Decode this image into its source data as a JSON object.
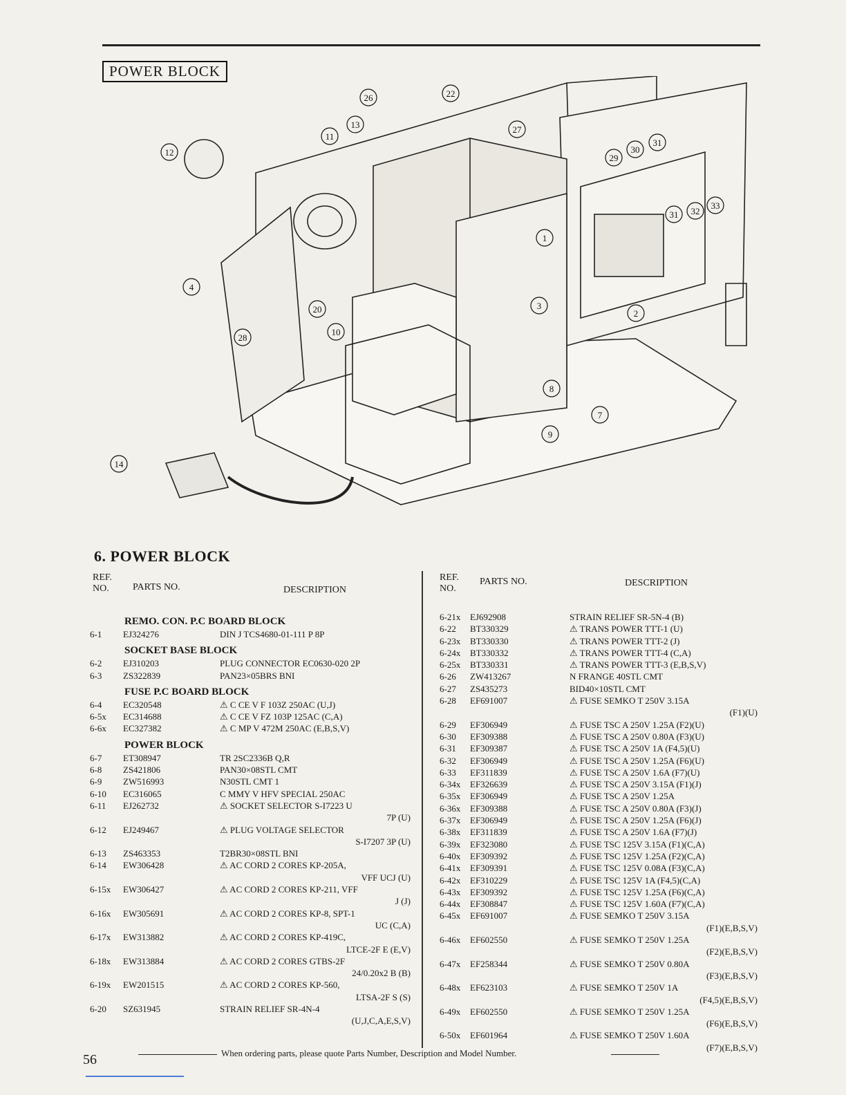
{
  "box_title": "POWER BLOCK",
  "section_title": "6. POWER BLOCK",
  "headers": {
    "ref_line1": "REF.",
    "ref_line2": "NO.",
    "parts": "PARTS NO.",
    "desc": "DESCRIPTION"
  },
  "diagram_labels": [
    "1",
    "2",
    "3",
    "4",
    "7",
    "8",
    "9",
    "10",
    "11",
    "12",
    "13",
    "14",
    "20",
    "22",
    "26",
    "27",
    "28",
    "29",
    "30",
    "31",
    "31",
    "32",
    "33"
  ],
  "left_groups": [
    {
      "title": "REMO. CON. P.C BOARD BLOCK",
      "rows": [
        {
          "ref": "6-1",
          "parts": "EJ324276",
          "desc": "DIN J TCS4680-01-111 P 8P"
        }
      ]
    },
    {
      "title": "SOCKET BASE BLOCK",
      "rows": [
        {
          "ref": "6-2",
          "parts": "EJ310203",
          "desc": "PLUG CONNECTOR EC0630-020 2P"
        },
        {
          "ref": "6-3",
          "parts": "ZS322839",
          "desc": "PAN23×05BRS BNI"
        }
      ]
    },
    {
      "title": "FUSE P.C BOARD BLOCK",
      "rows": [
        {
          "ref": "6-4",
          "parts": "EC320548",
          "desc": "⚠ C CE V F 103Z 250AC (U,J)"
        },
        {
          "ref": "6-5x",
          "parts": "EC314688",
          "desc": "⚠ C CE V FZ 103P 125AC (C,A)"
        },
        {
          "ref": "6-6x",
          "parts": "EC327382",
          "desc": "⚠ C MP V 472M 250AC (E,B,S,V)"
        }
      ]
    },
    {
      "title": "POWER BLOCK",
      "rows": [
        {
          "ref": "6-7",
          "parts": "ET308947",
          "desc": "TR 2SC2336B Q,R"
        },
        {
          "ref": "6-8",
          "parts": "ZS421806",
          "desc": "PAN30×08STL CMT"
        },
        {
          "ref": "6-9",
          "parts": "ZW516993",
          "desc": "N30STL CMT 1"
        },
        {
          "ref": "6-10",
          "parts": "EC316065",
          "desc": "C MMY V HFV SPECIAL 250AC"
        },
        {
          "ref": "6-11",
          "parts": "EJ262732",
          "desc": "⚠ SOCKET SELECTOR S-I7223 U",
          "cont": "7P (U)"
        },
        {
          "ref": "6-12",
          "parts": "EJ249467",
          "desc": "⚠ PLUG VOLTAGE SELECTOR",
          "cont": "S-I7207 3P (U)"
        },
        {
          "ref": "6-13",
          "parts": "ZS463353",
          "desc": "T2BR30×08STL BNI"
        },
        {
          "ref": "6-14",
          "parts": "EW306428",
          "desc": "⚠ AC CORD 2 CORES KP-205A,",
          "cont": "VFF UCJ (U)"
        },
        {
          "ref": "6-15x",
          "parts": "EW306427",
          "desc": "⚠ AC CORD 2 CORES KP-211, VFF",
          "cont": "J (J)"
        },
        {
          "ref": "6-16x",
          "parts": "EW305691",
          "desc": "⚠ AC CORD 2 CORES KP-8, SPT-1",
          "cont": "UC (C,A)"
        },
        {
          "ref": "6-17x",
          "parts": "EW313882",
          "desc": "⚠ AC CORD 2 CORES KP-419C,",
          "cont": "LTCE-2F E (E,V)"
        },
        {
          "ref": "6-18x",
          "parts": "EW313884",
          "desc": "⚠ AC CORD 2 CORES GTBS-2F",
          "cont": "24/0.20x2 B (B)"
        },
        {
          "ref": "6-19x",
          "parts": "EW201515",
          "desc": "⚠ AC CORD 2 CORES KP-560,",
          "cont": "LTSA-2F S (S)"
        },
        {
          "ref": "6-20",
          "parts": "SZ631945",
          "desc": "STRAIN RELIEF SR-4N-4",
          "cont": "(U,J,C,A,E,S,V)"
        }
      ]
    }
  ],
  "right_rows": [
    {
      "ref": "6-21x",
      "parts": "EJ692908",
      "desc": "STRAIN RELIEF SR-5N-4 (B)"
    },
    {
      "ref": "6-22",
      "parts": "BT330329",
      "desc": "⚠ TRANS POWER TTT-1 (U)"
    },
    {
      "ref": "6-23x",
      "parts": "BT330330",
      "desc": "⚠ TRANS POWER TTT-2 (J)"
    },
    {
      "ref": "6-24x",
      "parts": "BT330332",
      "desc": "⚠ TRANS POWER TTT-4 (C,A)"
    },
    {
      "ref": "6-25x",
      "parts": "BT330331",
      "desc": "⚠ TRANS POWER TTT-3 (E,B,S,V)"
    },
    {
      "ref": "6-26",
      "parts": "ZW413267",
      "desc": "N FRANGE 40STL CMT"
    },
    {
      "ref": "6-27",
      "parts": "ZS435273",
      "desc": "BID40×10STL CMT"
    },
    {
      "ref": "6-28",
      "parts": "EF691007",
      "desc": "⚠ FUSE SEMKO T 250V 3.15A",
      "cont": "(F1)(U)"
    },
    {
      "ref": "6-29",
      "parts": "EF306949",
      "desc": "⚠ FUSE TSC A 250V 1.25A (F2)(U)"
    },
    {
      "ref": "6-30",
      "parts": "EF309388",
      "desc": "⚠ FUSE TSC A 250V 0.80A (F3)(U)"
    },
    {
      "ref": "6-31",
      "parts": "EF309387",
      "desc": "⚠ FUSE TSC A 250V 1A (F4,5)(U)"
    },
    {
      "ref": "6-32",
      "parts": "EF306949",
      "desc": "⚠ FUSE TSC A 250V 1.25A (F6)(U)"
    },
    {
      "ref": "6-33",
      "parts": "EF311839",
      "desc": "⚠ FUSE TSC A 250V 1.6A (F7)(U)"
    },
    {
      "ref": "6-34x",
      "parts": "EF326639",
      "desc": "⚠ FUSE TSC A 250V 3.15A (F1)(J)"
    },
    {
      "ref": "6-35x",
      "parts": "EF306949",
      "desc": "⚠ FUSE TSC A 250V 1.25A"
    },
    {
      "ref": "6-36x",
      "parts": "EF309388",
      "desc": "⚠ FUSE TSC A 250V 0.80A (F3)(J)"
    },
    {
      "ref": "6-37x",
      "parts": "EF306949",
      "desc": "⚠ FUSE TSC A 250V 1.25A (F6)(J)"
    },
    {
      "ref": "6-38x",
      "parts": "EF311839",
      "desc": "⚠ FUSE TSC A 250V 1.6A (F7)(J)"
    },
    {
      "ref": "6-39x",
      "parts": "EF323080",
      "desc": "⚠ FUSE TSC 125V 3.15A (F1)(C,A)"
    },
    {
      "ref": "6-40x",
      "parts": "EF309392",
      "desc": "⚠ FUSE TSC 125V 1.25A (F2)(C,A)"
    },
    {
      "ref": "6-41x",
      "parts": "EF309391",
      "desc": "⚠ FUSE TSC 125V 0.08A (F3)(C,A)"
    },
    {
      "ref": "6-42x",
      "parts": "EF310229",
      "desc": "⚠ FUSE TSC 125V 1A (F4,5)(C,A)"
    },
    {
      "ref": "6-43x",
      "parts": "EF309392",
      "desc": "⚠ FUSE TSC 125V 1.25A (F6)(C,A)"
    },
    {
      "ref": "6-44x",
      "parts": "EF308847",
      "desc": "⚠ FUSE TSC 125V 1.60A (F7)(C,A)"
    },
    {
      "ref": "6-45x",
      "parts": "EF691007",
      "desc": "⚠ FUSE SEMKO T 250V 3.15A",
      "cont": "(F1)(E,B,S,V)"
    },
    {
      "ref": "6-46x",
      "parts": "EF602550",
      "desc": "⚠ FUSE SEMKO T 250V 1.25A",
      "cont": "(F2)(E,B,S,V)"
    },
    {
      "ref": "6-47x",
      "parts": "EF258344",
      "desc": "⚠ FUSE SEMKO T 250V 0.80A",
      "cont": "(F3)(E,B,S,V)"
    },
    {
      "ref": "6-48x",
      "parts": "EF623103",
      "desc": "⚠ FUSE SEMKO T 250V 1A",
      "cont": "(F4,5)(E,B,S,V)"
    },
    {
      "ref": "6-49x",
      "parts": "EF602550",
      "desc": "⚠ FUSE SEMKO T 250V 1.25A",
      "cont": "(F6)(E,B,S,V)"
    },
    {
      "ref": "6-50x",
      "parts": "EF601964",
      "desc": "⚠ FUSE SEMKO T 250V 1.60A",
      "cont": "(F7)(E,B,S,V)"
    }
  ],
  "footer_note": "When ordering parts, please quote Parts Number, Description and Model Number.",
  "page_number": "56"
}
